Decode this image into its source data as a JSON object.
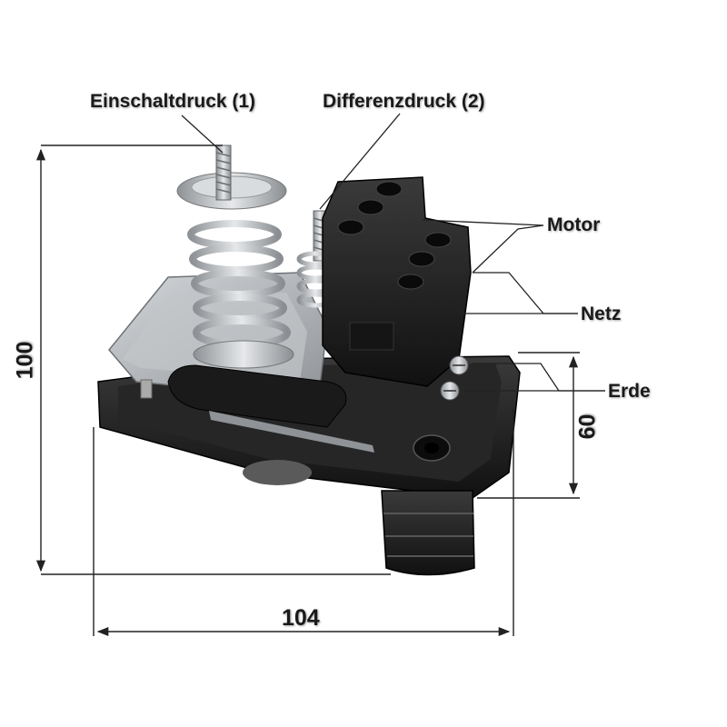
{
  "labels": {
    "einschaltdruck": "Einschaltdruck (1)",
    "differenzdruck": "Differenzdruck (2)",
    "motor": "Motor",
    "netz": "Netz",
    "erde": "Erde"
  },
  "dimensions": {
    "height": "100",
    "width": "104",
    "depth": "60"
  },
  "colors": {
    "housing": "#1e1e1e",
    "metal": "#b8bcc0",
    "dimension_line": "#222222"
  }
}
